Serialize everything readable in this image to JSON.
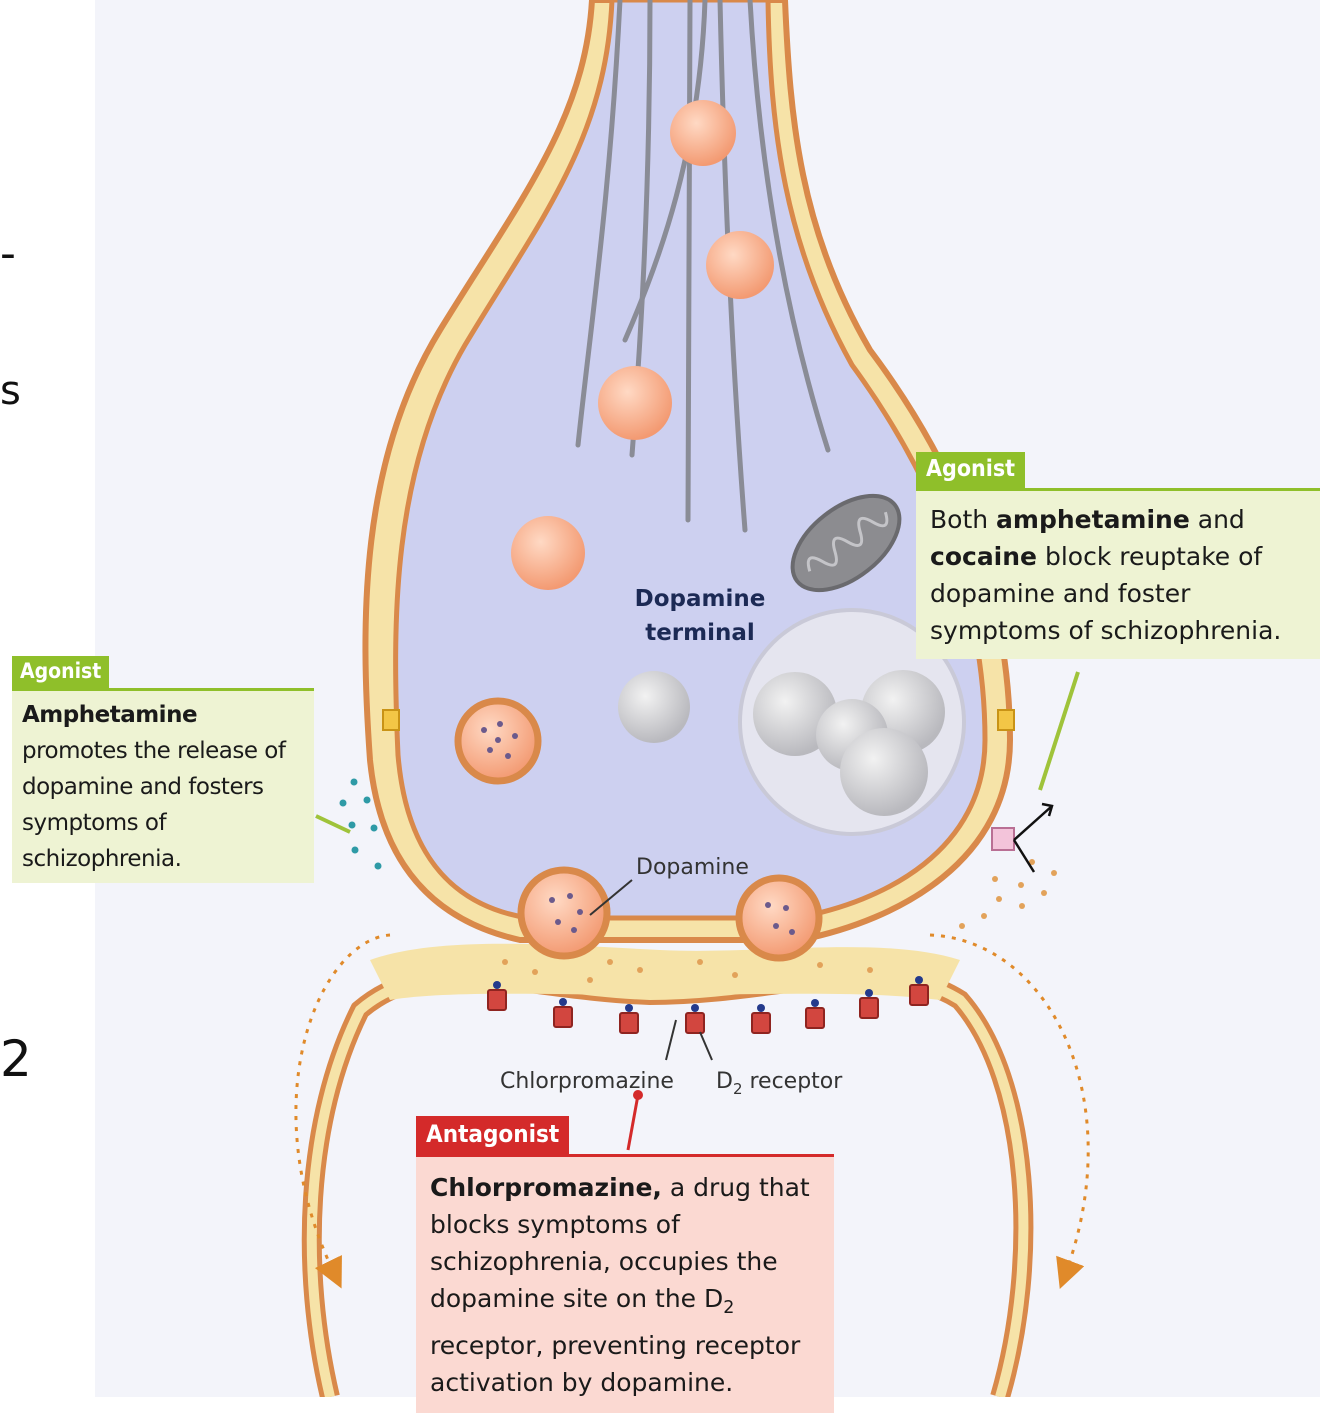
{
  "edge_glyphs": {
    "dash": "-",
    "s": "s",
    "two": "2"
  },
  "terminal_label": {
    "line1": "Dopamine",
    "line2": "terminal"
  },
  "labels": {
    "dopamine": "Dopamine",
    "chlorpromazine": "Chlorpromazine",
    "d2_receptor_prefix": "D",
    "d2_receptor_sub": "2",
    "d2_receptor_suffix": " receptor"
  },
  "agonist_left": {
    "tag": "Agonist",
    "bold": "Amphetamine",
    "text": " promotes the release of dopamine and fosters symptoms of schizophrenia."
  },
  "agonist_right": {
    "tag": "Agonist",
    "pre": "Both ",
    "bold1": "amphetamine",
    "mid": " and ",
    "bold2": "cocaine",
    "text": " block reuptake of dopamine and foster symptoms of schizophrenia."
  },
  "antagonist": {
    "tag": "Antagonist",
    "bold": "Chlorpromazine,",
    "text1": " a drug that blocks symptoms of schizophrenia, occupies the dopamine site on the D",
    "sub": "2",
    "text2": " receptor, preventing receptor activation by dopamine."
  },
  "colors": {
    "cytoplasm": "#cdd0f0",
    "membrane_outline": "#d9894a",
    "membrane_fill": "#f6e3a8",
    "vesicle": "#f6a784",
    "agonist": "#8fbf2a",
    "antagonist": "#d42a2a"
  }
}
